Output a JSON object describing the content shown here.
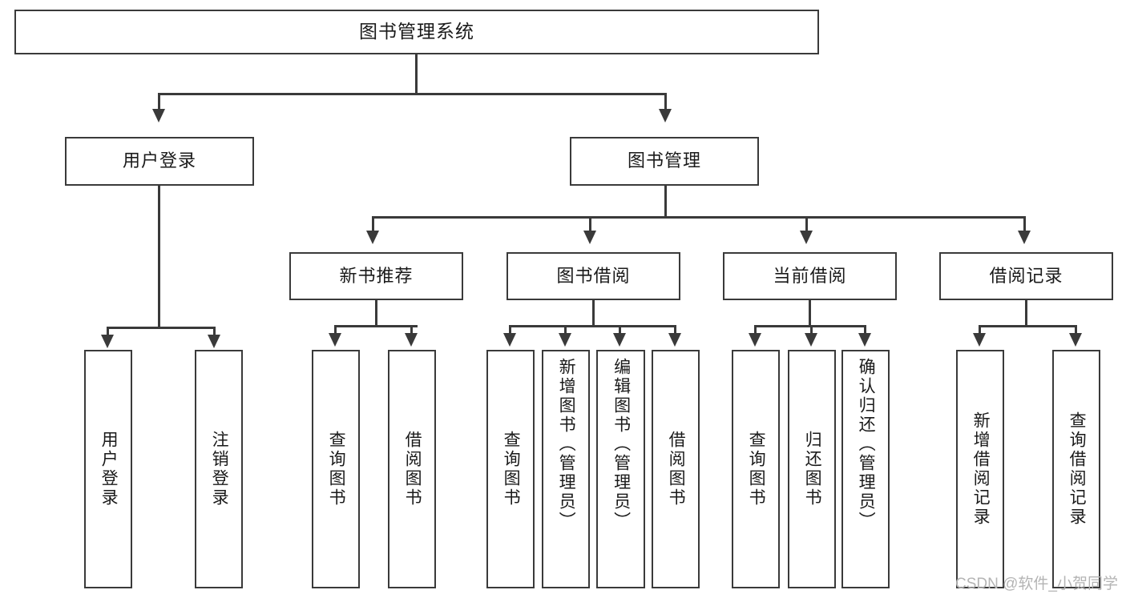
{
  "diagram": {
    "title": "图书管理系统",
    "type": "功能结构图",
    "root": {
      "id": "root",
      "label": "图书管理系统"
    },
    "level1": [
      {
        "id": "user-login",
        "label": "用户登录"
      },
      {
        "id": "book-management",
        "label": "图书管理"
      }
    ],
    "level2": [
      {
        "id": "new-book-recommend",
        "label": "新书推荐",
        "parent": "book-management"
      },
      {
        "id": "book-borrow",
        "label": "图书借阅",
        "parent": "book-management"
      },
      {
        "id": "current-borrow",
        "label": "当前借阅",
        "parent": "book-management"
      },
      {
        "id": "borrow-record",
        "label": "借阅记录",
        "parent": "book-management"
      }
    ],
    "leaves": [
      {
        "id": "leaf-user-login",
        "label": "用户登录",
        "parent": "user-login"
      },
      {
        "id": "leaf-user-logout",
        "label": "注销登录",
        "parent": "user-login"
      },
      {
        "id": "leaf-query-book-1",
        "label": "查询图书",
        "parent": "new-book-recommend"
      },
      {
        "id": "leaf-borrow-book-1",
        "label": "借阅图书",
        "parent": "new-book-recommend"
      },
      {
        "id": "leaf-query-book-2",
        "label": "查询图书",
        "parent": "book-borrow"
      },
      {
        "id": "leaf-add-book",
        "label": "新增图书（管理员）",
        "parent": "book-borrow"
      },
      {
        "id": "leaf-edit-book",
        "label": "编辑图书（管理员）",
        "parent": "book-borrow"
      },
      {
        "id": "leaf-borrow-book-2",
        "label": "借阅图书",
        "parent": "book-borrow"
      },
      {
        "id": "leaf-query-book-3",
        "label": "查询图书",
        "parent": "current-borrow"
      },
      {
        "id": "leaf-return-book",
        "label": "归还图书",
        "parent": "current-borrow"
      },
      {
        "id": "leaf-confirm-return",
        "label": "确认归还（管理员）",
        "parent": "current-borrow"
      },
      {
        "id": "leaf-add-record",
        "label": "新增借阅记录",
        "parent": "borrow-record"
      },
      {
        "id": "leaf-query-record",
        "label": "查询借阅记录",
        "parent": "borrow-record"
      }
    ]
  },
  "watermark": {
    "text": "CSDN @软件_小贺同学"
  },
  "colors": {
    "stroke": "#3a3a3a",
    "text": "#1a1a1a",
    "background": "#ffffff",
    "watermark": "#b4b4b4"
  }
}
